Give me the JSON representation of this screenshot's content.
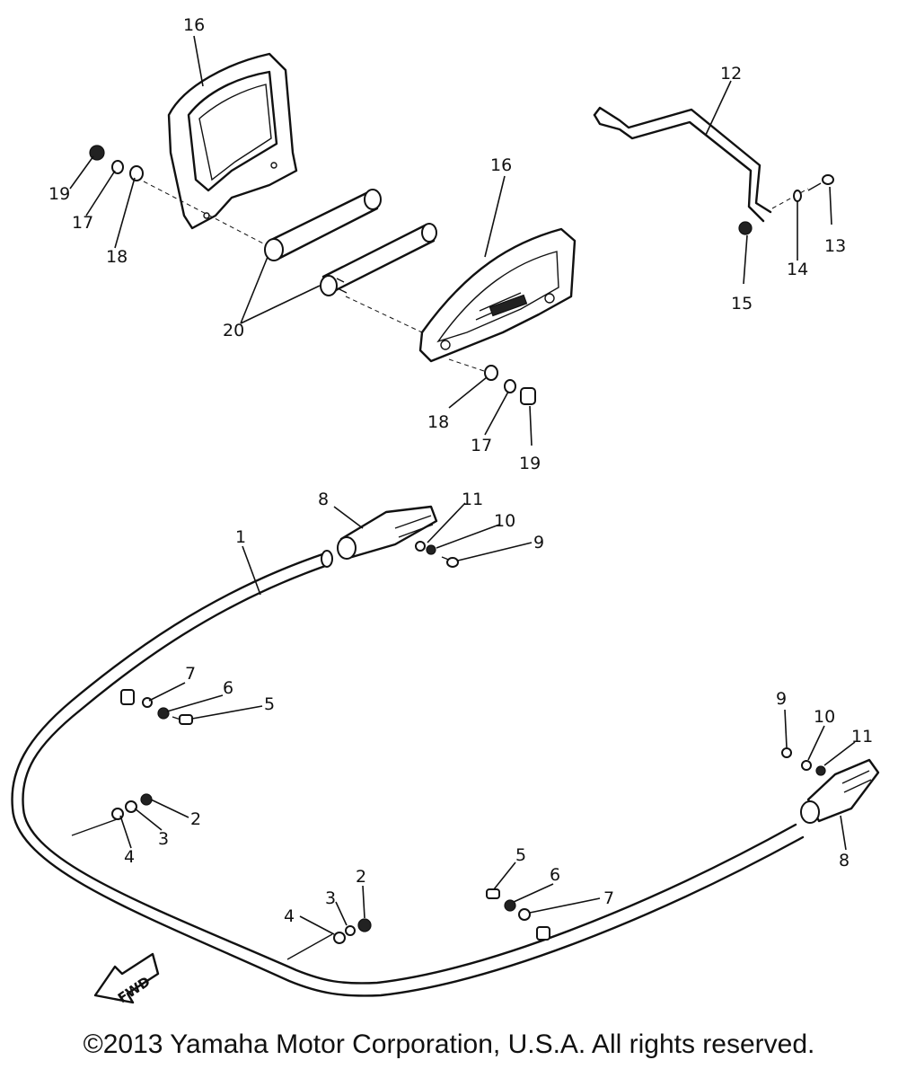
{
  "callouts": [
    {
      "id": "c16a",
      "label": "16"
    },
    {
      "id": "c19a",
      "label": "19"
    },
    {
      "id": "c17a",
      "label": "17"
    },
    {
      "id": "c18a",
      "label": "18"
    },
    {
      "id": "c20",
      "label": "20"
    },
    {
      "id": "c16b",
      "label": "16"
    },
    {
      "id": "c12",
      "label": "12"
    },
    {
      "id": "c13",
      "label": "13"
    },
    {
      "id": "c14",
      "label": "14"
    },
    {
      "id": "c15",
      "label": "15"
    },
    {
      "id": "c18b",
      "label": "18"
    },
    {
      "id": "c17b",
      "label": "17"
    },
    {
      "id": "c19b",
      "label": "19"
    },
    {
      "id": "c8a",
      "label": "8"
    },
    {
      "id": "c11a",
      "label": "11"
    },
    {
      "id": "c10a",
      "label": "10"
    },
    {
      "id": "c9a",
      "label": "9"
    },
    {
      "id": "c1",
      "label": "1"
    },
    {
      "id": "c7a",
      "label": "7"
    },
    {
      "id": "c6a",
      "label": "6"
    },
    {
      "id": "c5a",
      "label": "5"
    },
    {
      "id": "c2a",
      "label": "2"
    },
    {
      "id": "c3a",
      "label": "3"
    },
    {
      "id": "c4a",
      "label": "4"
    },
    {
      "id": "c9b",
      "label": "9"
    },
    {
      "id": "c10b",
      "label": "10"
    },
    {
      "id": "c11b",
      "label": "11"
    },
    {
      "id": "c8b",
      "label": "8"
    },
    {
      "id": "c2b",
      "label": "2"
    },
    {
      "id": "c3b",
      "label": "3"
    },
    {
      "id": "c4b",
      "label": "4"
    },
    {
      "id": "c5b",
      "label": "5"
    },
    {
      "id": "c6b",
      "label": "6"
    },
    {
      "id": "c7b",
      "label": "7"
    }
  ],
  "fwd_label": "FWD",
  "copyright": "©2013 Yamaha Motor Corporation, U.S.A. All rights reserved."
}
